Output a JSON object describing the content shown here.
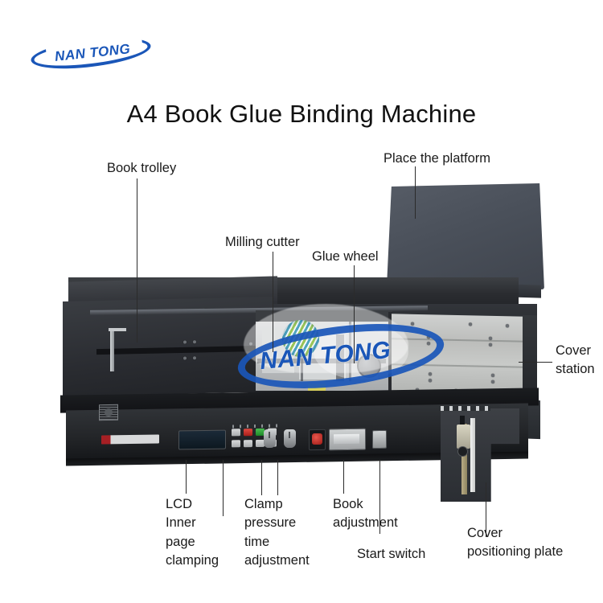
{
  "brand": {
    "logo_text": "NAN TONG",
    "accent_color": "#1a56b8"
  },
  "page": {
    "title": "A4 Book Glue Binding Machine"
  },
  "watermark": {
    "text": "NAN TONG"
  },
  "callouts": [
    {
      "id": "book-trolley",
      "label": "Book trolley"
    },
    {
      "id": "place-the-platform",
      "label": "Place the platform"
    },
    {
      "id": "milling-cutter",
      "label": "Milling cutter"
    },
    {
      "id": "glue-wheel",
      "label": "Glue wheel"
    },
    {
      "id": "cover-station",
      "label": "Cover\nstation"
    },
    {
      "id": "lcd-inner-page-clamping",
      "label": "LCD\nInner\npage\nclamping"
    },
    {
      "id": "clamp-pressure-time",
      "label": "Clamp\npressure\ntime\nadjustment"
    },
    {
      "id": "book-adjustment",
      "label": "Book\nadjustment"
    },
    {
      "id": "start-switch",
      "label": "Start switch"
    },
    {
      "id": "cover-positioning-plate",
      "label": "Cover\npositioning plate"
    }
  ],
  "machine": {
    "body_color": "#2a2c30",
    "platform_color": "#4a505a",
    "cover_station_color": "#c3c6c4",
    "estop_color": "#c62026",
    "key_red": "#d4372f",
    "key_green": "#3aa943"
  }
}
